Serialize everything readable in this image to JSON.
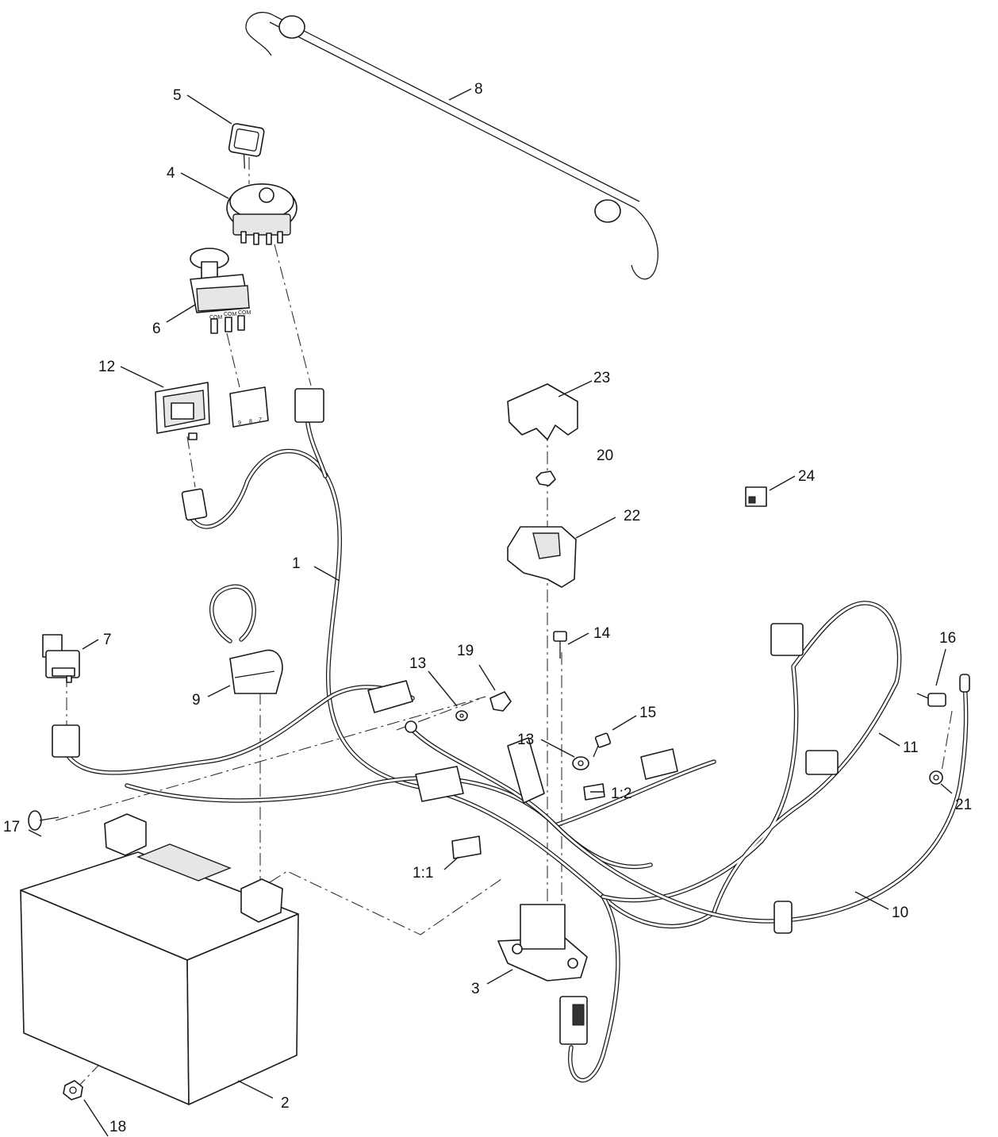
{
  "diagram": {
    "callouts": {
      "c1": "1",
      "c2": "2",
      "c3": "3",
      "c4": "4",
      "c5": "5",
      "c6": "6",
      "c7": "7",
      "c8": "8",
      "c9": "9",
      "c10": "10",
      "c11": "11",
      "c12": "12",
      "c13a": "13",
      "c13b": "13",
      "c14": "14",
      "c15": "15",
      "c16": "16",
      "c17": "17",
      "c18": "18",
      "c19": "19",
      "c20": "20",
      "c21": "21",
      "c22": "22",
      "c23": "23",
      "c24": "24",
      "c1_1": "1:1",
      "c1_2": "1:2"
    },
    "markings": {
      "com_labels": [
        "COM",
        "COM",
        "COM"
      ],
      "connector_pins": [
        "9",
        "8",
        "7"
      ]
    }
  }
}
